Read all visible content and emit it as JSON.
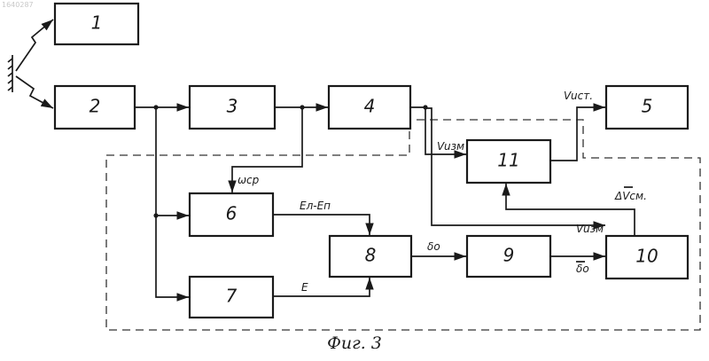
{
  "watermark": "1640287",
  "blocks": {
    "b1": "1",
    "b2": "2",
    "b3": "3",
    "b4": "4",
    "b5": "5",
    "b6": "6",
    "b7": "7",
    "b8": "8",
    "b9": "9",
    "b10": "10",
    "b11": "11"
  },
  "labels": {
    "v_ust": "Vuст.",
    "v_izm_11": "Vuзм",
    "omega_sr": "ωср",
    "el_en": "Eл-Eп",
    "e": "E",
    "delta0": "δo",
    "delta0_bar": "δo",
    "v_izm_10": "Vuзм",
    "delta_v_sm": "ΔVсм."
  },
  "caption": "Фuг. 3"
}
